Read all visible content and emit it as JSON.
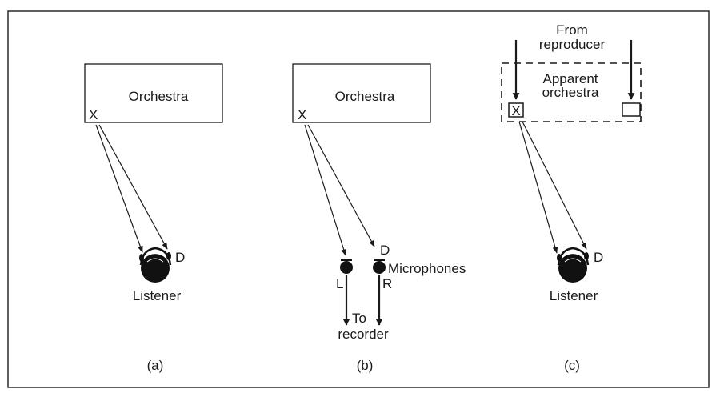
{
  "panel_a": {
    "box_label": "Orchestra",
    "source_label": "X",
    "ear_label": "D",
    "listener_label": "Listener",
    "caption": "(a)"
  },
  "panel_b": {
    "box_label": "Orchestra",
    "source_label": "X",
    "mic_label_d": "D",
    "microphones_label": "Microphones",
    "left_label": "L",
    "right_label": "R",
    "recorder_line1": "To",
    "recorder_line2": "recorder",
    "caption": "(b)"
  },
  "panel_c": {
    "from_line1": "From",
    "from_line2": "reproducer",
    "apparent_line1": "Apparent",
    "apparent_line2": "orchestra",
    "source_label": "X",
    "ear_label": "D",
    "listener_label": "Listener",
    "caption": "(c)"
  }
}
